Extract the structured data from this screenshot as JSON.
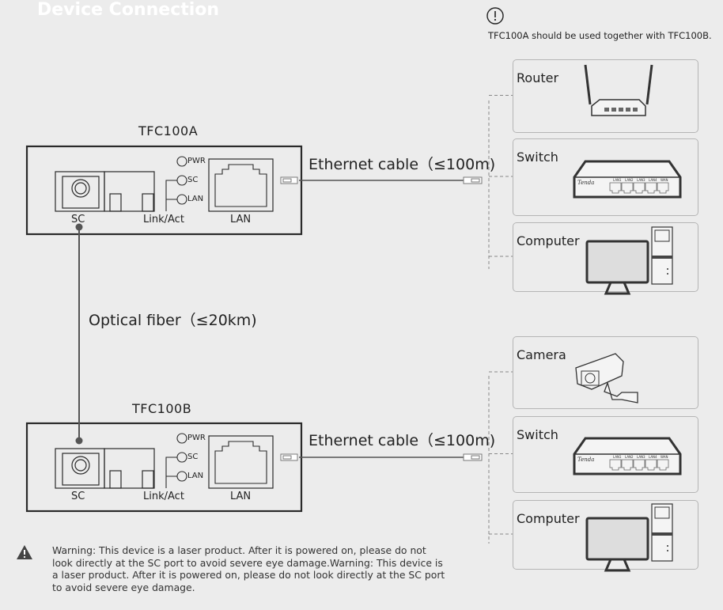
{
  "title": "Device Connection",
  "note": {
    "icon": "info-circle-icon",
    "text": "TFC100A should be used together with TFC100B."
  },
  "devices": [
    {
      "name": "TFC100A",
      "port_sc": "SC",
      "port_link": "Link/Act",
      "port_lan": "LAN",
      "leds": [
        "PWR",
        "SC",
        "LAN"
      ],
      "cable": "Ethernet cable（≤100m)"
    },
    {
      "name": "TFC100B",
      "port_sc": "SC",
      "port_link": "Link/Act",
      "port_lan": "LAN",
      "leds": [
        "PWR",
        "SC",
        "LAN"
      ],
      "cable": "Ethernet cable（≤100m)"
    }
  ],
  "fiber": "Optical fiber（≤20km)",
  "clients_a": [
    {
      "label": "Router",
      "icon": "router-icon"
    },
    {
      "label": "Switch",
      "icon": "switch-icon"
    },
    {
      "label": "Computer",
      "icon": "computer-icon"
    }
  ],
  "clients_b": [
    {
      "label": "Camera",
      "icon": "camera-icon"
    },
    {
      "label": "Switch",
      "icon": "switch-icon"
    },
    {
      "label": "Computer",
      "icon": "computer-icon"
    }
  ],
  "switch_logo": {
    "brand": "Tenda",
    "ports": [
      "LAN1",
      "LAN2",
      "LAN3",
      "LAN4",
      "WAN"
    ]
  },
  "warning": {
    "icon": "warning-triangle-icon",
    "text": "Warning: This device is a laser product. After it is powered on, please do not look directly at the SC port to avoid severe eye damage.Warning: This device is a laser product. After it is powered on, please do not look directly at the SC port to avoid severe eye damage."
  },
  "colors": {
    "background": "#ececec",
    "line": "#555555",
    "dashed": "#888888"
  }
}
